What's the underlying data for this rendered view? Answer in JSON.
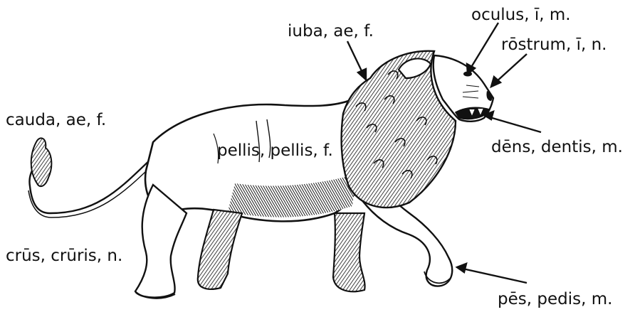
{
  "labels": {
    "iuba": "iuba, ae, f.",
    "oculus": "oculus, ī, m.",
    "rostrum": "rōstrum, ī, n.",
    "cauda": "cauda, ae, f.",
    "dens": "dēns, dentis, m.",
    "pellis": "pellis, pellis, f.",
    "crus": "crūs, crūris, n.",
    "pes": "pēs, pedis, m."
  },
  "colors": {
    "ink": "#111111",
    "background": "#ffffff"
  }
}
